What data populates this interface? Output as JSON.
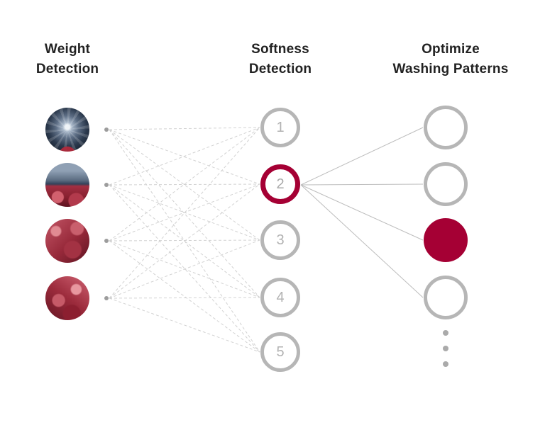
{
  "columns": {
    "weight": {
      "line1": "Weight",
      "line2": "Detection"
    },
    "softness": {
      "line1": "Softness",
      "line2": "Detection"
    },
    "optimize": {
      "line1": "Optimize",
      "line2": "Washing Patterns"
    }
  },
  "softness_nodes": [
    {
      "label": "1",
      "active": false
    },
    {
      "label": "2",
      "active": true
    },
    {
      "label": "3",
      "active": false
    },
    {
      "label": "4",
      "active": false
    },
    {
      "label": "5",
      "active": false
    }
  ],
  "colors": {
    "accent": "#a50034",
    "node_outline_gray": "#b6b6b6",
    "dashed_line_gray": "#d2d2d2",
    "solid_line_gray": "#bdbdbd"
  }
}
